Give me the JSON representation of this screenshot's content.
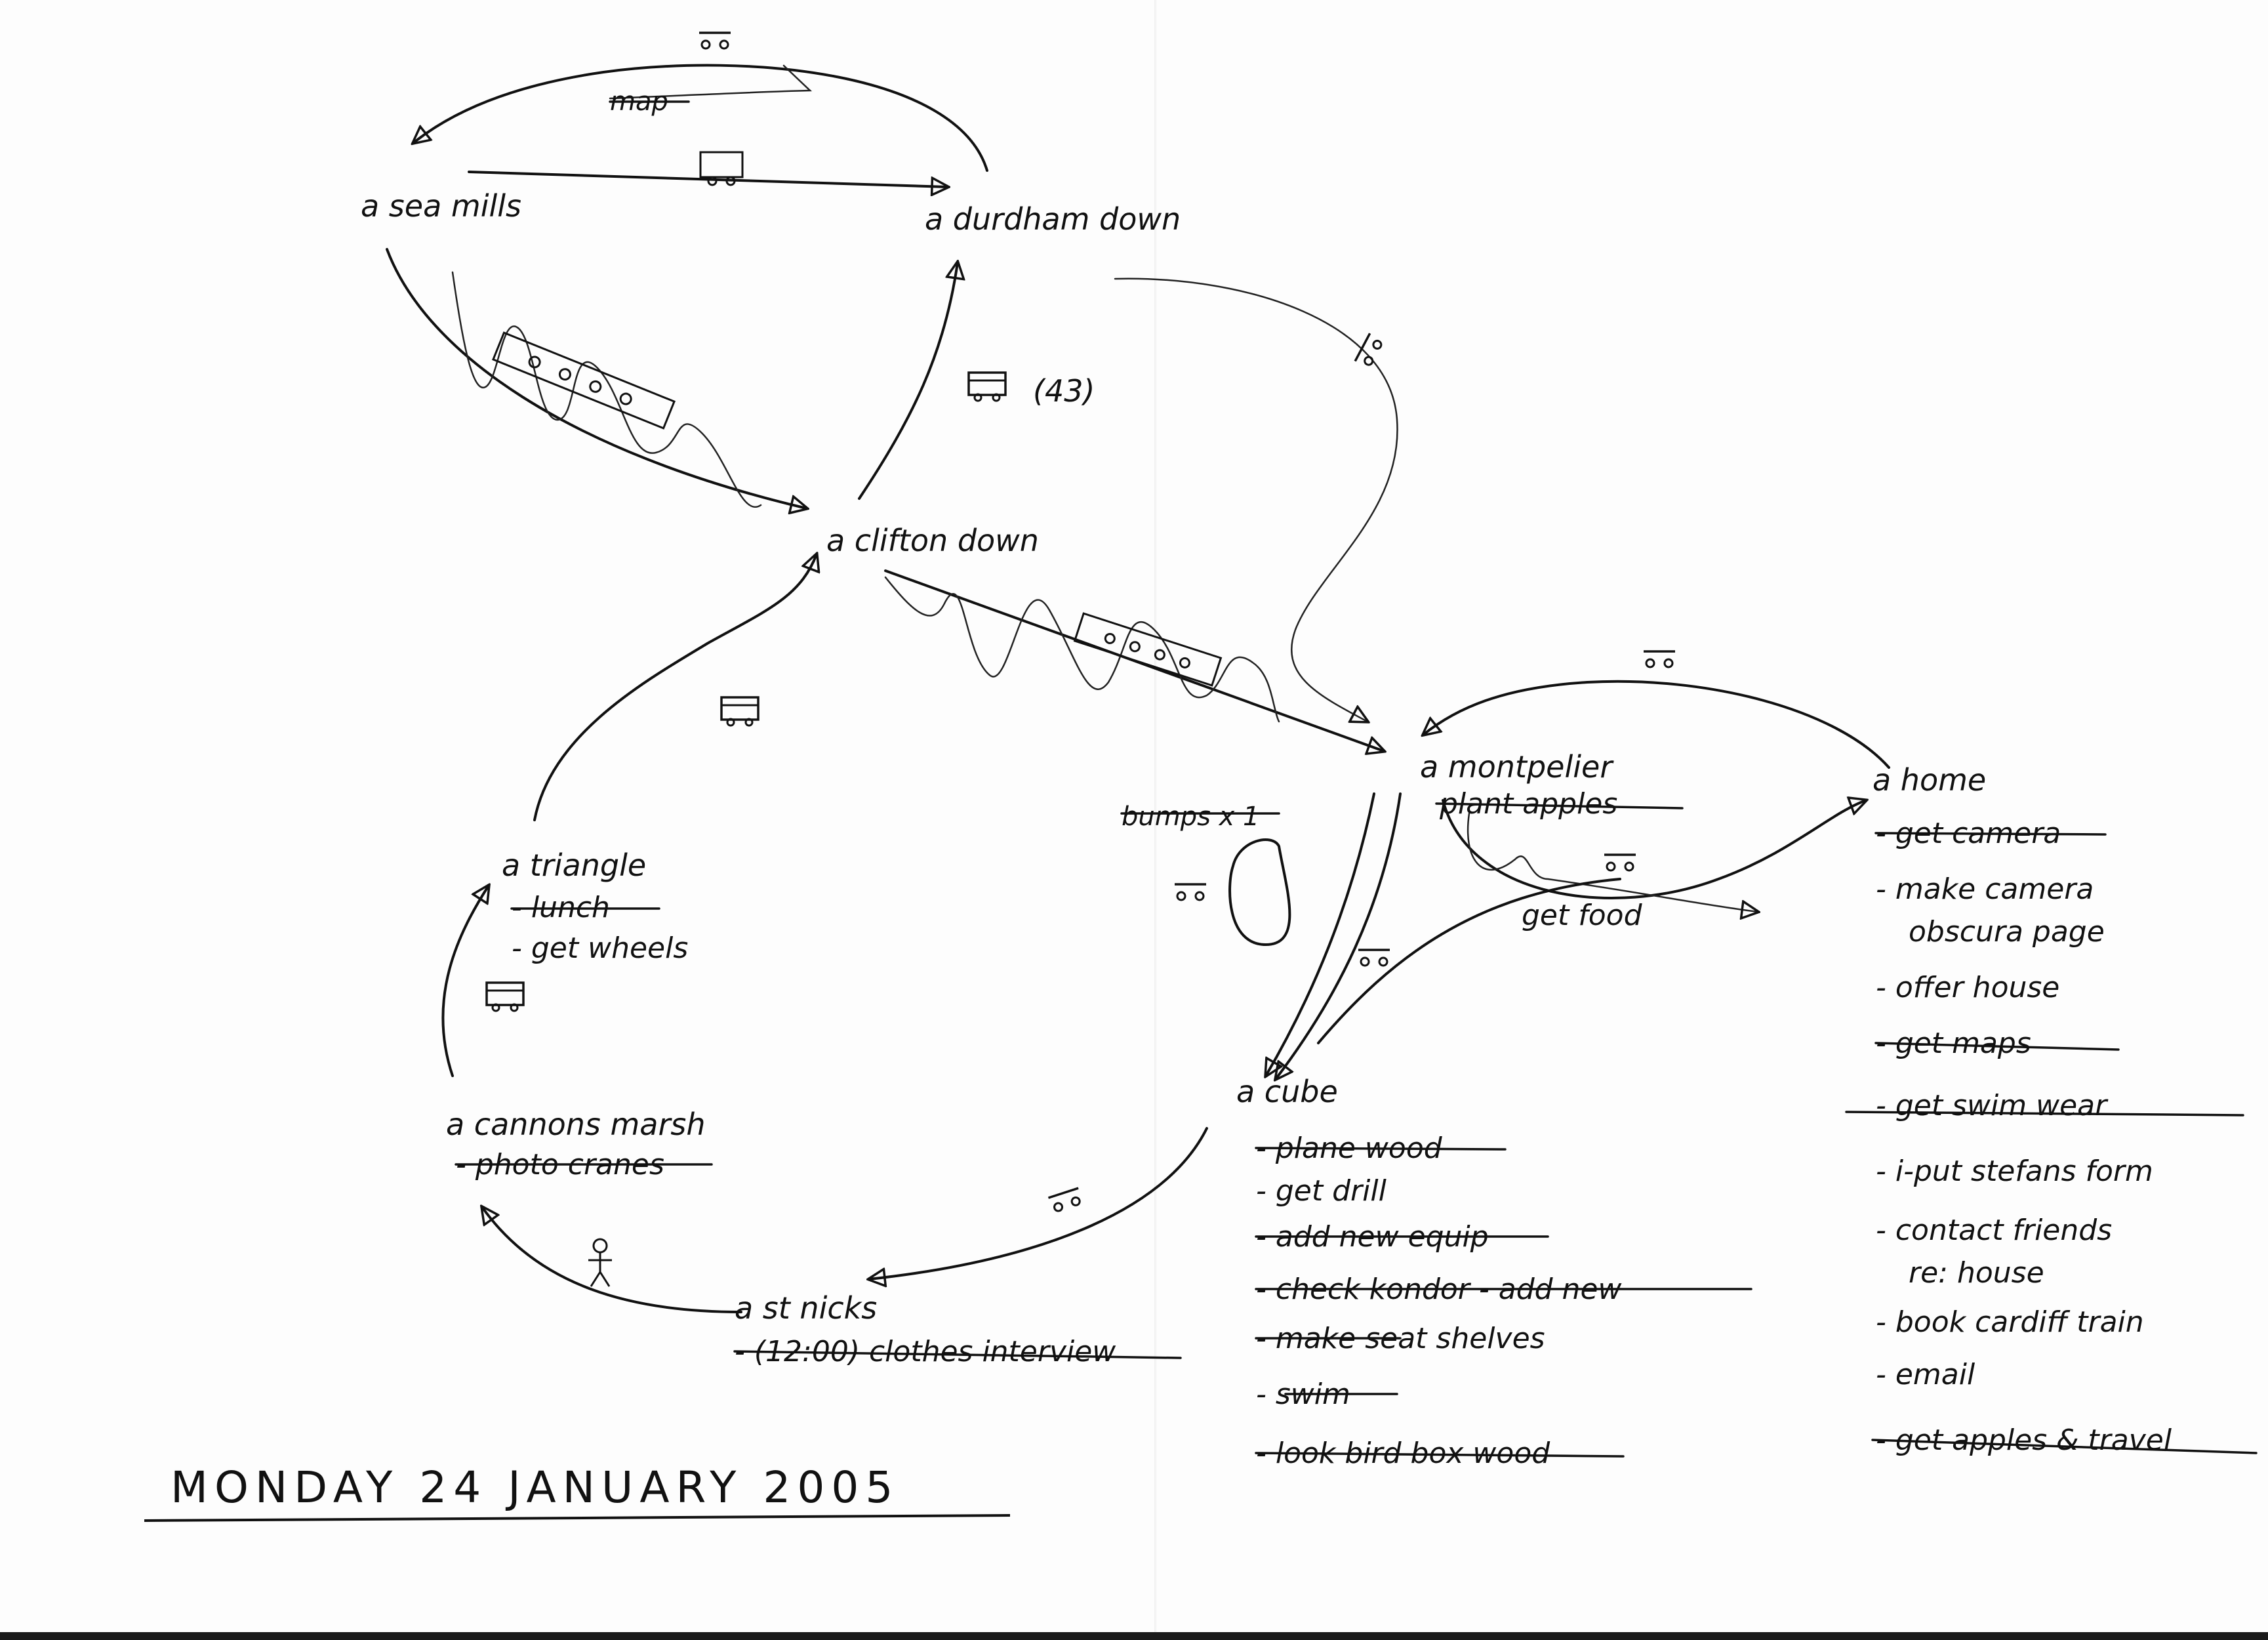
{
  "places": {
    "sea_mills": "a sea mills",
    "durdham_down": "a durdham down",
    "clifton_down": "a clifton down",
    "montpelier": "a montpelier",
    "home": "a home",
    "triangle": "a triangle",
    "cannons_marsh": "a cannons marsh",
    "st_nicks": "a st nicks",
    "cube": "a cube"
  },
  "labels": {
    "map": "map",
    "bus_count": "(43)",
    "bumps": "bumps x 1",
    "get_food": "get food"
  },
  "tasks": {
    "montpelier": [
      {
        "text": "plant apples",
        "done": true
      }
    ],
    "triangle": [
      {
        "text": "- lunch",
        "done": true
      },
      {
        "text": "- get wheels",
        "done": false
      }
    ],
    "cannons_marsh": [
      {
        "text": "- photo cranes",
        "done": true
      }
    ],
    "st_nicks": [
      {
        "text": "- (12:00) clothes interview",
        "done": true
      }
    ],
    "cube": [
      {
        "text": "- plane wood",
        "done": true
      },
      {
        "text": "- get drill",
        "done": false
      },
      {
        "text": "- add new equip",
        "done": true
      },
      {
        "text": "- check kondor - add new",
        "done": true
      },
      {
        "text": "- make seat shelves",
        "done": true
      },
      {
        "text": "- swim",
        "done": true
      },
      {
        "text": "- look bird box wood",
        "done": true
      }
    ],
    "home": [
      {
        "text": "- get camera",
        "done": true
      },
      {
        "text": "- make camera",
        "done": false
      },
      {
        "text": "obscura page",
        "done": false
      },
      {
        "text": "- offer house",
        "done": false
      },
      {
        "text": "- get maps",
        "done": true
      },
      {
        "text": "- get swim wear",
        "done": true
      },
      {
        "text": "- i-put stefans form",
        "done": false
      },
      {
        "text": "- contact friends",
        "done": false
      },
      {
        "text": "re: house",
        "done": false
      },
      {
        "text": "- book cardiff train",
        "done": false
      },
      {
        "text": "- email",
        "done": false
      },
      {
        "text": "- get apples & travel",
        "done": true
      }
    ]
  },
  "date_title": "MONDAY 24 JANUARY 2005",
  "colors": {
    "ink": "#111111",
    "paper": "#fdfdfd"
  },
  "icons": [
    "bicycle-icon",
    "van-icon",
    "bus-icon",
    "train-icon",
    "person-icon"
  ]
}
